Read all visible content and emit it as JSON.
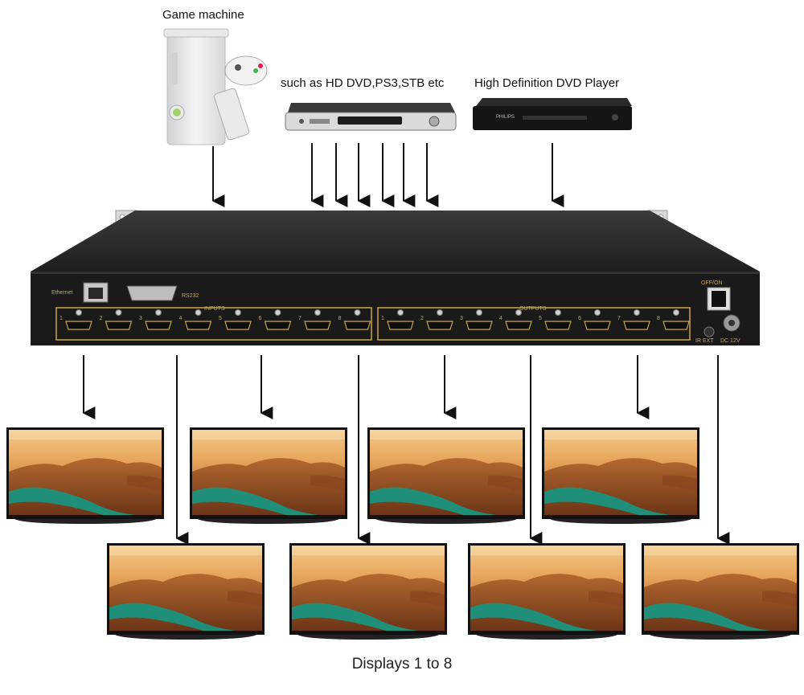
{
  "sources": {
    "game_machine": "Game machine",
    "hd_players": "such as HD DVD,PS3,STB etc",
    "dvd_player": "High Definition DVD Player",
    "dvd_brand": "PHILIPS"
  },
  "device": {
    "ethernet_label": "Ethernet",
    "rs232_label": "RS232",
    "inputs_label": "INPUTS",
    "outputs_label": "OUTPUTS",
    "power_label": "OFF/ON",
    "ir_label": "IR EXT",
    "dc_label": "DC 12V",
    "input_ports": [
      "1",
      "2",
      "3",
      "4",
      "5",
      "6",
      "7",
      "8"
    ],
    "output_ports": [
      "1",
      "2",
      "3",
      "4",
      "5",
      "6",
      "7",
      "8"
    ]
  },
  "footer": {
    "caption": "Displays 1 to 8"
  },
  "colors": {
    "device_body": "#1d1d1f",
    "device_top": "#2b2b2d",
    "port_frame": "#c9a44a",
    "arrow": "#111111"
  }
}
